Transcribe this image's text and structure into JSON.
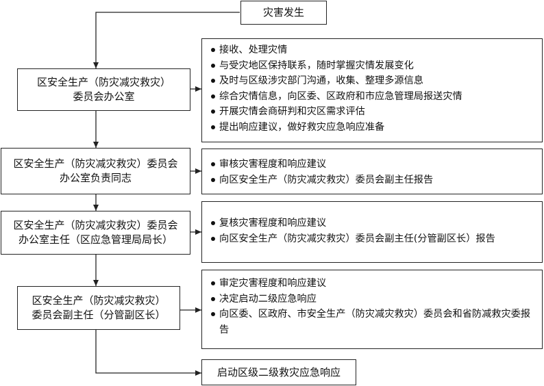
{
  "start": "灾害发生",
  "nodes": [
    {
      "lines": [
        "区安全生产（防灾减灾救灾）",
        "委员会办公室"
      ],
      "items": [
        "接收、处理灾情",
        "与受灾地区保持联系，随时掌握灾情发展变化",
        "及时与区级涉灾部门沟通，收集、整理多源信息",
        "综合灾情信息，向区委、区政府和市应急管理局报送灾情",
        "开展灾情会商研判和灾区需求评估",
        "提出响应建议，做好救灾应急响应准备"
      ]
    },
    {
      "lines": [
        "区安全生产（防灾减灾救灾）委员会",
        "办公室负责同志"
      ],
      "items": [
        "审核灾害程度和响应建议",
        "向区安全生产（防灾减灾救灾）委员会副主任报告"
      ]
    },
    {
      "lines": [
        "区安全生产（防灾减灾救灾）委员会",
        "办公室主任（区应急管理局局长）"
      ],
      "items": [
        "复核灾害程度和响应建议",
        "向区安全生产（防灾减灾救灾）委员会副主任(分管副区长）报告"
      ]
    },
    {
      "lines": [
        "区安全生产（防灾减灾救灾）",
        "委员会副主任（分管副区长）"
      ],
      "items": [
        "审定灾害程度和响应建议",
        "决定启动二级应急响应",
        "向区委、区政府、市安全生产（防灾减灾救灾）委员会和省防减救灾委报告"
      ]
    }
  ],
  "end": "启动区级二级救灾应急响应"
}
